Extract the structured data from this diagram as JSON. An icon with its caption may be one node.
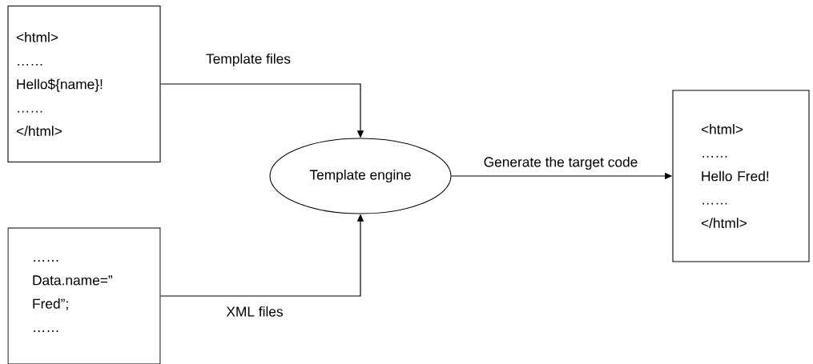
{
  "diagram": {
    "nodes": [
      {
        "text": [
          "<html>",
          "……",
          "Hello${name}!",
          "……",
          "</html>"
        ]
      },
      {
        "text": [
          "……",
          "Data.name=” Fred”;",
          "……"
        ]
      },
      {
        "text": [
          "Template engine"
        ]
      },
      {
        "text": [
          "<html>",
          "……",
          "Hello Fred!",
          "……",
          "</html>"
        ]
      }
    ],
    "edges": [
      {
        "from": 0,
        "to": 2,
        "arrow": "to",
        "label": "Template files"
      },
      {
        "from": 1,
        "to": 2,
        "arrow": "to",
        "label": "XML files"
      },
      {
        "from": 2,
        "to": 3,
        "arrow": "to",
        "label": "Generate the target code"
      }
    ]
  }
}
